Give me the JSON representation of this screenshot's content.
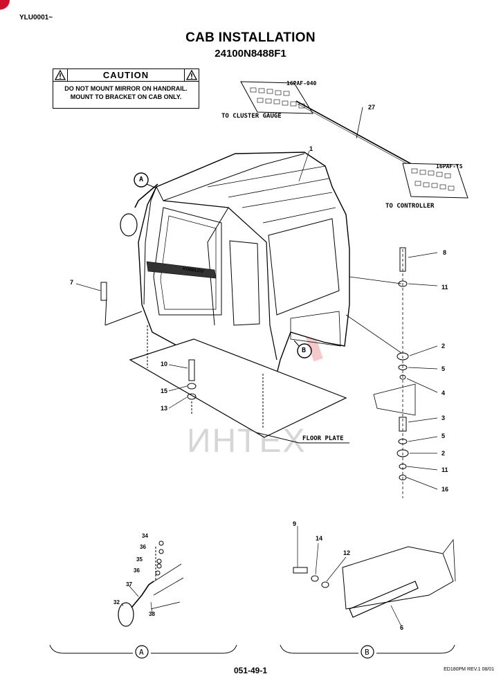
{
  "header": {
    "serial": "YLU0001~",
    "title": "CAB INSTALLATION",
    "part_number": "24100N8488F1"
  },
  "caution": {
    "heading": "CAUTION",
    "line1": "DO NOT MOUNT MIRROR ON HANDRAIL.",
    "line2": "MOUNT TO BRACKET ON CAB ONLY."
  },
  "labels": {
    "to_cluster_gauge": "TO CLUSTER GAUGE",
    "to_controller": "TO CONTROLLER",
    "floor_plate": "FLOOR PLATE",
    "connector_top": "16PAF-040",
    "connector_bottom": "16PAF-TS",
    "cab_brand": "KOBELCO",
    "detail_a": "A",
    "detail_b": "B",
    "watermark": "ИНТЕХ"
  },
  "callouts": {
    "c1": "1",
    "c27": "27",
    "c8": "8",
    "c11a": "11",
    "c7": "7",
    "c2a": "2",
    "c5a": "5",
    "c4": "4",
    "c3": "3",
    "c5b": "5",
    "c2b": "2",
    "c11b": "11",
    "c16": "16",
    "c10": "10",
    "c15": "15",
    "c13": "13",
    "c34": "34",
    "c36a": "36",
    "c35": "35",
    "c36b": "36",
    "c37": "37",
    "c32": "32",
    "c38": "38",
    "c9": "9",
    "c14": "14",
    "c12": "12",
    "c6": "6"
  },
  "footer": {
    "page": "051-49-1",
    "revision": "ED180PM REV.1 08/01"
  },
  "colors": {
    "corner_mark": "#d0102a",
    "watermark": "#d6d6d6",
    "watermark_logo": "#f1b3b3"
  }
}
